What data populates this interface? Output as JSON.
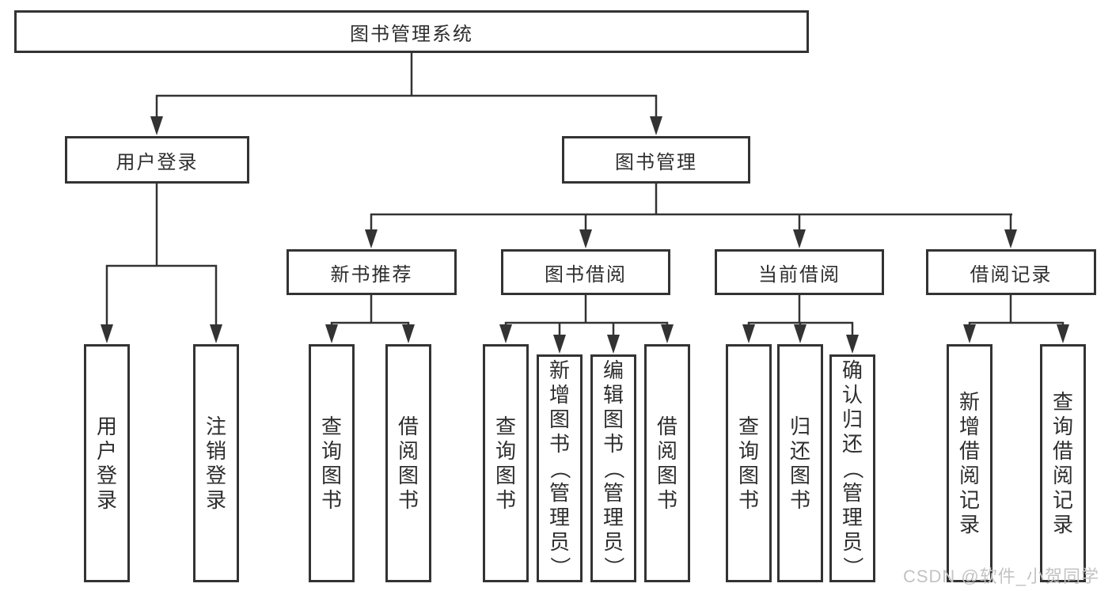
{
  "root": {
    "label": "图书管理系统"
  },
  "level2": [
    {
      "label": "用户登录"
    },
    {
      "label": "图书管理"
    }
  ],
  "level3": [
    {
      "label": "新书推荐"
    },
    {
      "label": "图书借阅"
    },
    {
      "label": "当前借阅"
    },
    {
      "label": "借阅记录"
    }
  ],
  "leaves": {
    "user_login": [
      "用户登录",
      "注销登录"
    ],
    "new_book_recommend": [
      "查询图书",
      "借阅图书"
    ],
    "book_borrow": [
      "查询图书",
      "新增图书（管理员）",
      "编辑图书（管理员）",
      "借阅图书"
    ],
    "current_borrow": [
      "查询图书",
      "归还图书",
      "确认归还（管理员）"
    ],
    "borrow_record": [
      "新增借阅记录",
      "查询借阅记录"
    ]
  },
  "watermark": {
    "text": "CSDN @软件_小贺同学"
  },
  "colors": {
    "line": "#333333",
    "text": "#2e2e2e",
    "background": "#ffffff",
    "watermark": "#c3c3c3"
  }
}
